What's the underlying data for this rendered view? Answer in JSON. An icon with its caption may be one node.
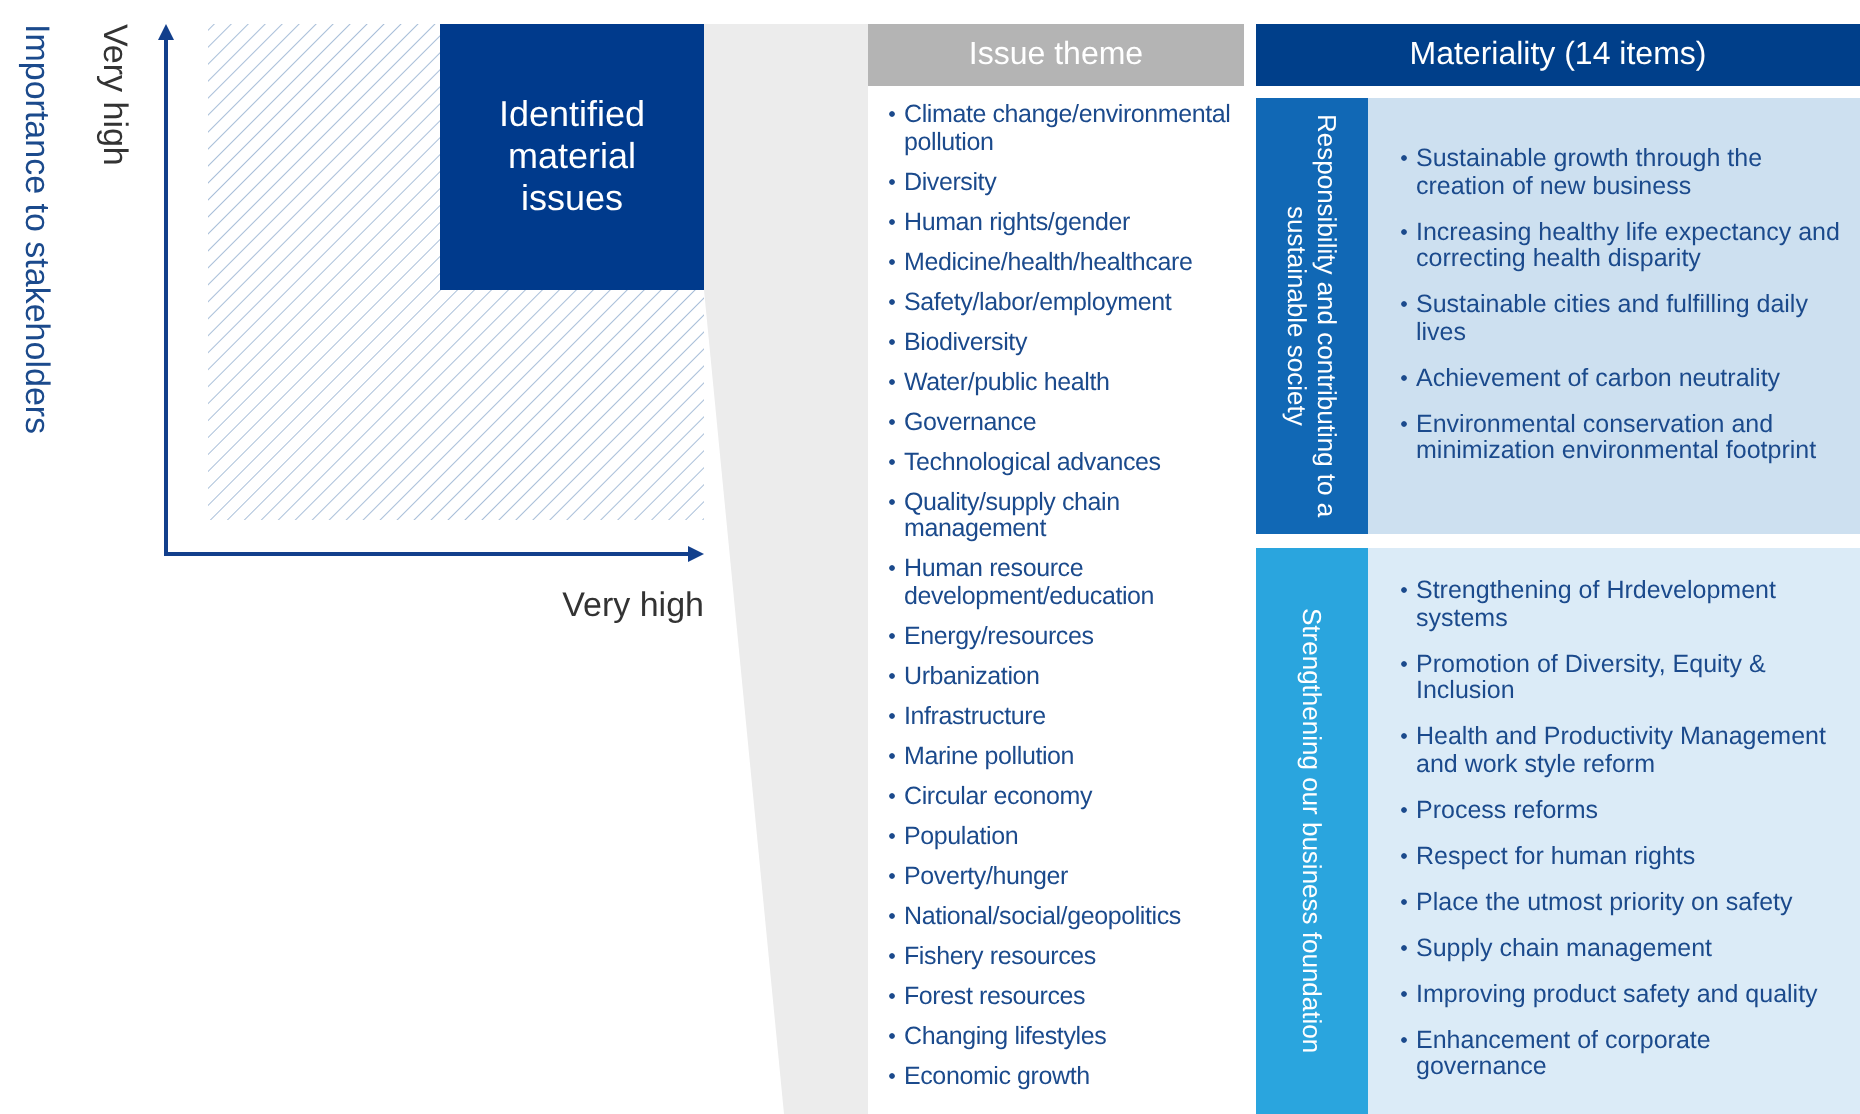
{
  "diagram": {
    "nodes": [
      {
        "text": [
          "Identified material issues"
        ]
      },
      {
        "text": [
          "Issue theme",
          "Climate change/environmental pollution",
          "Diversity",
          "Human rights/gender",
          "Medicine/health/healthcare",
          "Safety/labor/employment",
          "Biodiversity",
          "Water/public health",
          "Governance",
          "Technological advances",
          "Quality/supply chain management",
          "Human resource development/education",
          "Energy/resources",
          "Urbanization",
          "Infrastructure",
          "Marine pollution",
          "Circular economy",
          "Population",
          "Poverty/hunger",
          "National/social/geopolitics",
          "Fishery resources",
          "Forest resources",
          "Changing lifestyles",
          "Economic growth"
        ]
      },
      {
        "text": [
          "Materiality (14 items)"
        ]
      },
      {
        "text": [
          "Responsibility and contributing to a sustainable society",
          "Sustainable growth through the creation of new business",
          "Increasing healthy life expectancy and correcting health disparity",
          "Sustainable cities and fulfilling daily lives",
          "Achievement of carbon neutrality",
          "Environmental conservation and minimization environmental footprint"
        ]
      },
      {
        "text": [
          "Strengthening our business foundation",
          "Strengthening of Hrdevelopment systems",
          "Promotion of Diversity, Equity & Inclusion",
          "Health and Productivity Management and work style reform",
          "Process reforms",
          "Respect for human rights",
          "Place the utmost priority on safety",
          "Supply chain management",
          "Improving product safety and quality",
          "Enhancement of corporate governance"
        ]
      },
      {
        "text": [],
        "shape": "band"
      }
    ],
    "labels": [
      "Very high",
      "Importance to stakeholders",
      "Very high"
    ]
  }
}
